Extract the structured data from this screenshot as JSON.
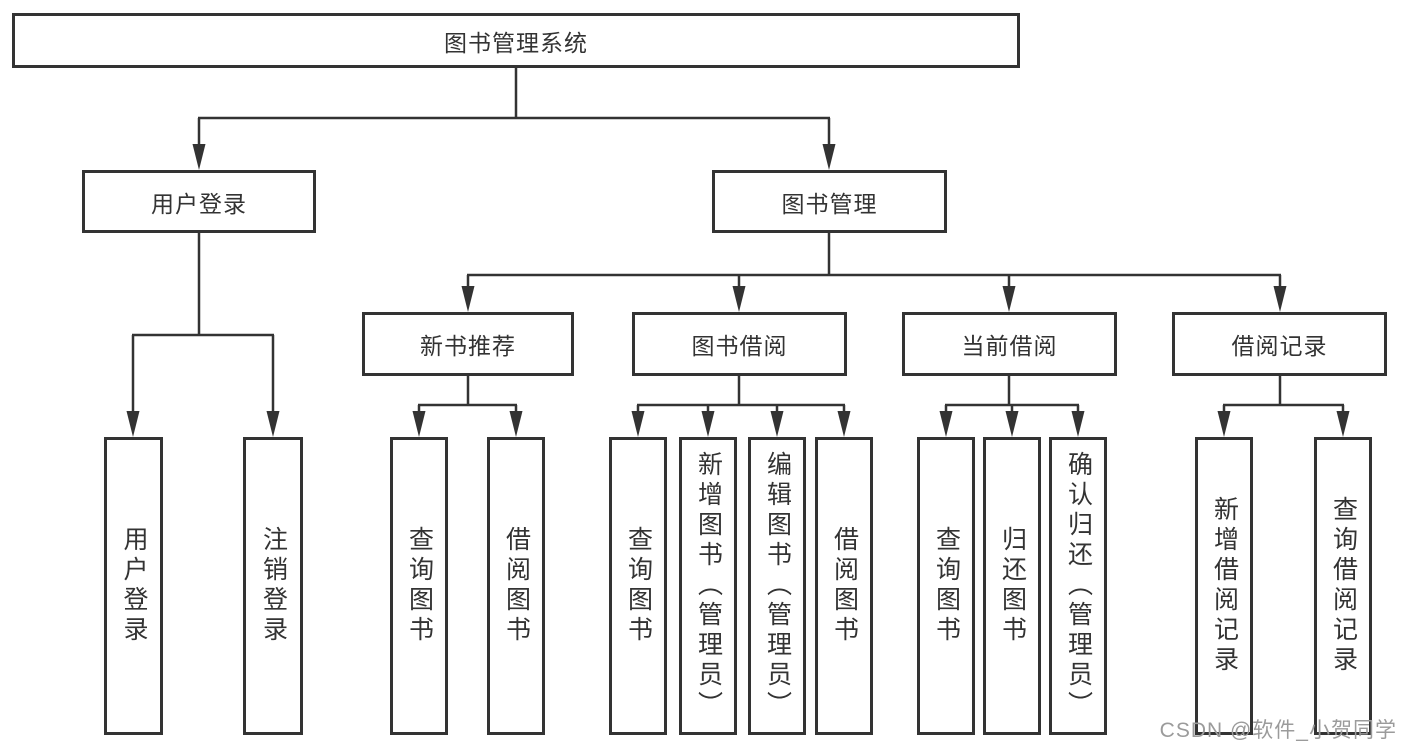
{
  "diagram": {
    "root": {
      "label": "图书管理系统"
    },
    "level2": [
      {
        "label": "用户登录"
      },
      {
        "label": "图书管理"
      }
    ],
    "level3": [
      {
        "label": "新书推荐"
      },
      {
        "label": "图书借阅"
      },
      {
        "label": "当前借阅"
      },
      {
        "label": "借阅记录"
      }
    ],
    "leaves": {
      "user_login": [
        {
          "label": "用户登录"
        },
        {
          "label": "注销登录"
        }
      ],
      "new_books": [
        {
          "label": "查询图书"
        },
        {
          "label": "借阅图书"
        }
      ],
      "book_borrow": [
        {
          "label": "查询图书"
        },
        {
          "label": "新增图书（管理员）"
        },
        {
          "label": "编辑图书（管理员）"
        },
        {
          "label": "借阅图书"
        }
      ],
      "current_borrow": [
        {
          "label": "查询图书"
        },
        {
          "label": "归还图书"
        },
        {
          "label": "确认归还（管理员）"
        }
      ],
      "borrow_records": [
        {
          "label": "新增借阅记录"
        },
        {
          "label": "查询借阅记录"
        }
      ]
    }
  },
  "watermark": {
    "text": "CSDN @软件_小贺同学"
  },
  "colors": {
    "line": "#333333",
    "box_border": "#333333",
    "text": "#333333",
    "watermark_text": "#9b9b9b",
    "background": "#ffffff"
  }
}
